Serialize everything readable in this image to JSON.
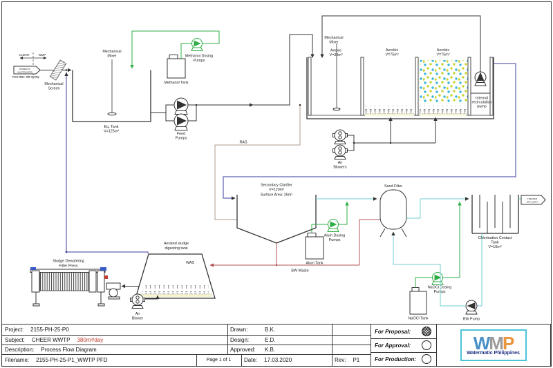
{
  "diagram": {
    "client": "CLIENT",
    "wmp": "WMP",
    "influent_flag": [
      "DOMESTIC",
      "WASTEWATER"
    ],
    "flow_rate": "Flow Rate: 380 m³/day",
    "mech_screen": [
      "Mechanical",
      "Screen"
    ],
    "eq_mixer": [
      "Mechanical",
      "Mixer"
    ],
    "eq_tank": [
      "Eq. Tank",
      "V=125m³"
    ],
    "methanol_pumps": [
      "Methanol Dosing",
      "Pumps"
    ],
    "methanol_tank": "Methanol Tank",
    "feed_pumps": [
      "Feed",
      "Pumps"
    ],
    "ras": "RAS",
    "basin_mixer": [
      "Mechanical",
      "Mixer"
    ],
    "anoxic": [
      "Anoxic",
      "V=30m³"
    ],
    "aerobic_1": [
      "Aerobic",
      "V=75m³"
    ],
    "aerobic_2": [
      "Aerobic",
      "V=75m³"
    ],
    "recirc_pump": [
      "Internal",
      "recirculation",
      "pump"
    ],
    "air_blowers": [
      "Air",
      "Blowers"
    ],
    "clarifier": [
      "Secondary Clarifier",
      "V=120m³",
      "Surface Area: 26m²"
    ],
    "sand_filter": "Sand Filter",
    "chlor_tank": [
      "Chlorination Contact",
      "Tank",
      "V=10m³"
    ],
    "treated_flag": [
      "TREATED",
      "EFFLUENT"
    ],
    "alum_pumps": [
      "Alum Dosing",
      "Pumps"
    ],
    "alum_tank": "Alum Tank",
    "naocl_pumps": [
      "NaOCl Dosing",
      "Pumps"
    ],
    "naocl_tank": "NaOCl Tank",
    "bw_pump": "BW Pump",
    "bw_waste": "BW Waste",
    "was": "WAS",
    "digester": [
      "Aerated sludge",
      "digesting tank"
    ],
    "filter_press": [
      "Sludge Dewatering",
      "Filter Press"
    ],
    "digester_blower": [
      "Air",
      "Blower"
    ]
  },
  "title_block": {
    "project_label": "Project:",
    "project": "2155-PH-25-P0",
    "subject_label": "Subject:",
    "subject": "CHEER WWTP",
    "capacity": "380m³/day",
    "description_label": "Description:",
    "description": "Process Flow Diagram",
    "filename_label": "Filename:",
    "filename": "2155-PH-25-P1_WWTP PFD",
    "page": "Page 1 of 1",
    "drawn_label": "Drawn:",
    "drawn": "B.K.",
    "design_label": "Design:",
    "design": "E.D.",
    "approved_label": "Approved:",
    "approved": "K.B.",
    "date_label": "Date:",
    "date": "17.03.2020",
    "rev_label": "Rev:",
    "rev": "P1",
    "for_proposal": "For Proposal:",
    "for_approval": "For Approval:",
    "for_production": "For Production:"
  },
  "logo": {
    "letter_w": "W",
    "letter_m": "M",
    "letter_p": "P",
    "tagline": "Watermatic Philippines"
  },
  "colors": {
    "navy": "#3d3d9e",
    "cyan": "#72cdd3",
    "green": "#2fae45",
    "red": "#b35050",
    "ras": "#ad9a8d",
    "capacity_red": "#c0392b",
    "media_cyan": "#38b6d9",
    "media_yellow": "#c9d32f",
    "logo_blue": "#4a90c8",
    "logo_gray": "#9b9b9b",
    "logo_orange": "#e9953c",
    "logo_border": "#4ac4d8",
    "logo_navy": "#182a80"
  }
}
